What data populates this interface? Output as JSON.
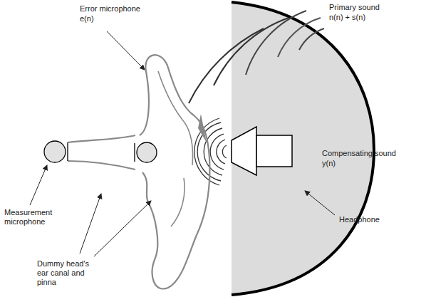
{
  "diagram": {
    "labels": [
      "Error microphone",
      "e(n)",
      "Primary sound",
      "n(n) + s(n)",
      "Compensating sound",
      "y(n)",
      "Measurement microphone",
      "Dummy head's ear canal and pinna",
      "Headphone"
    ]
  }
}
